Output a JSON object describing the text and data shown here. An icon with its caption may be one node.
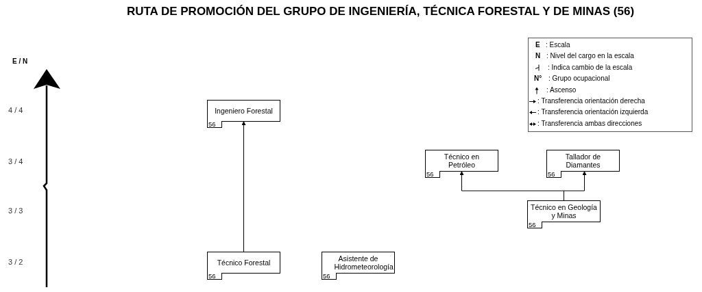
{
  "diagram": {
    "title": "RUTA DE PROMOCIÓN DEL GRUPO DE INGENIERÍA, TÉCNICA FORESTAL Y DE MINAS (56)",
    "nodes": [
      {
        "text": [
          "Ingeniero Forestal"
        ]
      },
      {
        "text": [
          "56"
        ]
      },
      {
        "text": [
          "Técnico en Petróleo"
        ]
      },
      {
        "text": [
          "56"
        ]
      },
      {
        "text": [
          "Tallador de Diamantes"
        ]
      },
      {
        "text": [
          "56"
        ]
      },
      {
        "text": [
          "Técnico en Geología y Minas"
        ]
      },
      {
        "text": [
          "56"
        ]
      },
      {
        "text": [
          "Técnico Forestal"
        ]
      },
      {
        "text": [
          "56"
        ]
      },
      {
        "text": [
          "Asistente de Hidrometeorología"
        ]
      },
      {
        "text": [
          "56"
        ]
      }
    ],
    "edges": [
      {
        "from": 8,
        "to": 0,
        "arrow": "to"
      },
      {
        "from": 6,
        "to": 2,
        "arrow": "to"
      },
      {
        "from": 6,
        "to": 4,
        "arrow": "to"
      }
    ],
    "labels": [
      "E / N",
      "4 / 4",
      "3 / 4",
      "3 / 3",
      "3 / 2",
      "E",
      "N",
      "N°"
    ],
    "legend": [
      {
        "text": ": Escala"
      },
      {
        "text": ": Nivel del cargo en la escala"
      },
      {
        "text": ": Indica cambio de la escala"
      },
      {
        "text": ": Grupo ocupacional"
      },
      {
        "text": ": Ascenso"
      },
      {
        "text": ": Transferencia orientación derecha"
      },
      {
        "text": ": Transferencia orientación izquierda"
      },
      {
        "text": ": Transferencia ambas direcciones"
      }
    ]
  }
}
